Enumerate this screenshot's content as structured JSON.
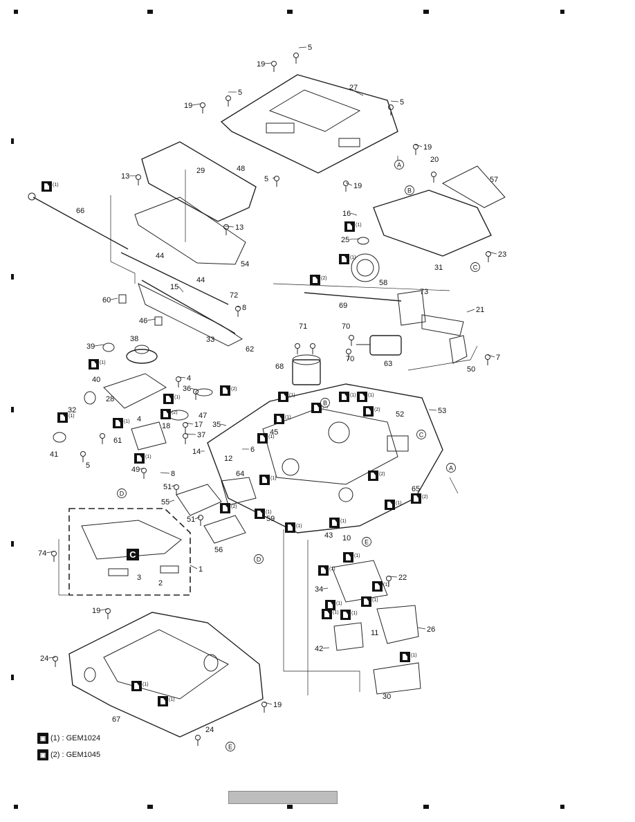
{
  "part_labels": [
    "1",
    "2",
    "3",
    "4",
    "5",
    "6",
    "7",
    "8",
    "10",
    "11",
    "12",
    "13",
    "14",
    "15",
    "16",
    "17",
    "18",
    "19",
    "20",
    "21",
    "22",
    "23",
    "24",
    "25",
    "26",
    "27",
    "28",
    "29",
    "30",
    "31",
    "32",
    "33",
    "34",
    "35",
    "36",
    "37",
    "38",
    "39",
    "40",
    "41",
    "42",
    "43",
    "44",
    "45",
    "46",
    "47",
    "48",
    "49",
    "50",
    "51",
    "52",
    "53",
    "54",
    "55",
    "56",
    "57",
    "58",
    "59",
    "60",
    "61",
    "62",
    "63",
    "64",
    "65",
    "66",
    "67",
    "68",
    "69",
    "70",
    "71",
    "72",
    "73",
    "74"
  ],
  "reference_letters": {
    "a": "A",
    "b": "B",
    "c": "C",
    "d": "D",
    "e": "E"
  },
  "section_badge": "C",
  "screw_marks": {
    "type1": "(1)",
    "type2": "(2)"
  },
  "legend": {
    "type1": "(1) : GEM1024",
    "type2": "(2) : GEM1045"
  }
}
